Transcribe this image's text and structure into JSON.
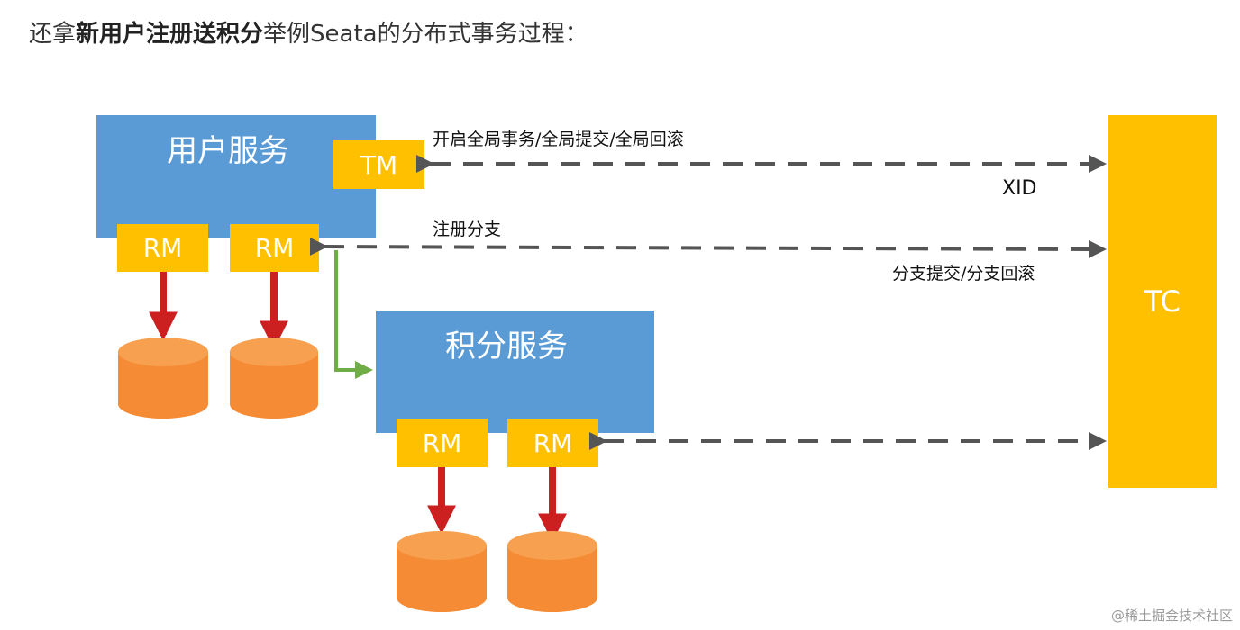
{
  "heading": {
    "prefix": "还拿",
    "bold": "新用户注册送积分",
    "suffix": "举例Seata的分布式事务过程："
  },
  "services": {
    "user": "用户服务",
    "points": "积分服务"
  },
  "labels": {
    "tm": "TM",
    "rm": "RM",
    "tc": "TC"
  },
  "annotations": {
    "global_tx": "开启全局事务/全局提交/全局回滚",
    "xid": "XID",
    "register_branch": "注册分支",
    "branch_commit": "分支提交/分支回滚"
  },
  "watermark": "@稀土掘金技术社区",
  "colors": {
    "service_box": "#5b9bd5",
    "tag_box": "#ffc000",
    "tc_box": "#ffc000",
    "database": "#f58b35",
    "red_arrow": "#cc1f1f",
    "green_arrow": "#70ad47",
    "dashed_arrow": "#555555"
  }
}
